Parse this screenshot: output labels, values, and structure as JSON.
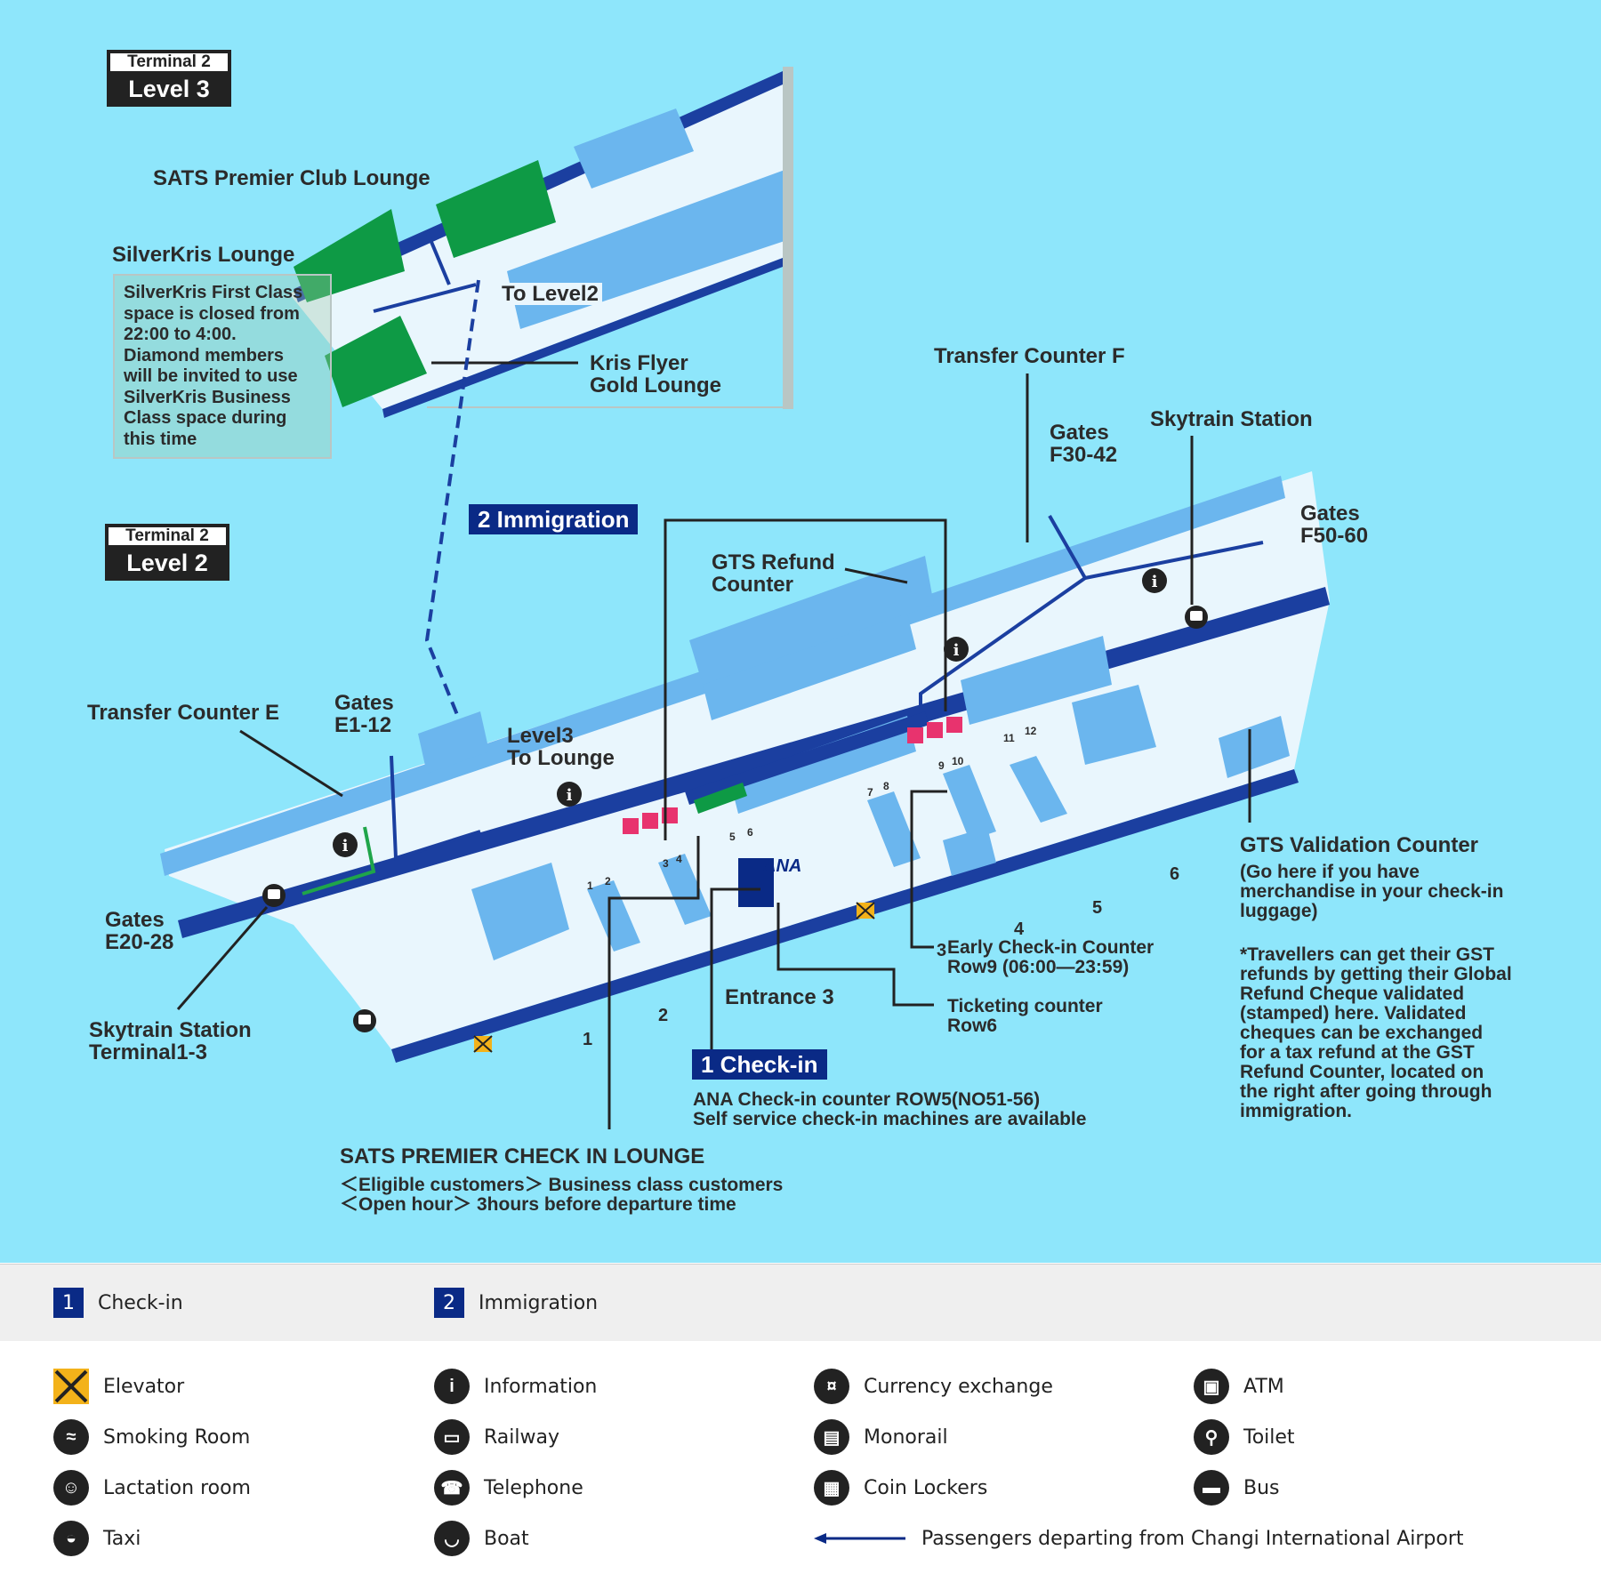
{
  "level3": {
    "terminal": "Terminal 2",
    "level": "Level 3"
  },
  "level2": {
    "terminal": "Terminal 2",
    "level": "Level 2"
  },
  "labels": {
    "sats_premier_club": "SATS Premier Club Lounge",
    "silverkris_lounge": "SilverKris Lounge",
    "silverkris_note": "SilverKris First Class\nspace is closed from\n22:00 to 4:00.\nDiamond members\nwill be invited to use\nSilverKris Business\nClass space during\nthis time",
    "to_level2": "To Level2",
    "kris_flyer": "Kris Flyer\nGold Lounge",
    "transfer_f": "Transfer Counter F",
    "gates_f30": "Gates\nF30-42",
    "skytrain_station": "Skytrain Station",
    "gates_f50": "Gates\nF50-60",
    "immigration_badge": "2 Immigration",
    "gts_refund": "GTS Refund\nCounter",
    "transfer_e": "Transfer Counter E",
    "gates_e1": "Gates\nE1-12",
    "level3_lounge": "Level3\nTo Lounge",
    "gates_e20": "Gates\nE20-28",
    "skytrain_t13": "Skytrain Station\nTerminal1-3",
    "entrance3": "Entrance 3",
    "early_checkin": "Early Check-in Counter\nRow9 (06:00—23:59)",
    "ticketing": "Ticketing counter\nRow6",
    "checkin_badge": "1 Check-in",
    "ana_note": "ANA Check-in counter ROW5(NO51-56)\nSelf service check-in machines are available",
    "sats_checkin_title": "SATS PREMIER CHECK IN LOUNGE",
    "sats_checkin_note": "＜Eligible customers＞ Business class customers\n＜Open hour＞ 3hours before departure time",
    "gts_validation": "GTS Validation Counter",
    "gts_validation_note": "(Go here if you have\nmerchandise in your check-in\nluggage)",
    "gts_footnote": "*Travellers can get their GST\nrefunds by getting their Global\nRefund Cheque validated\n(stamped) here. Validated\ncheques can be exchanged\nfor a tax refund at the GST\nRefund Counter, located on\nthe right after going through\nimmigration.",
    "ana_logo": "ANA"
  },
  "numbers": [
    "1",
    "2",
    "3",
    "4",
    "5",
    "6",
    "1",
    "2",
    "3",
    "4",
    "5",
    "6",
    "7",
    "8",
    "9",
    "10",
    "11",
    "12"
  ],
  "legend_steps": [
    {
      "num": "1",
      "label": "Check-in"
    },
    {
      "num": "2",
      "label": "Immigration"
    }
  ],
  "legend_icons": [
    {
      "icon": "elevator-icon",
      "label": "Elevator"
    },
    {
      "icon": "information-icon",
      "label": "Information"
    },
    {
      "icon": "currency-exchange-icon",
      "label": "Currency exchange"
    },
    {
      "icon": "atm-icon",
      "label": "ATM"
    },
    {
      "icon": "smoking-room-icon",
      "label": "Smoking Room"
    },
    {
      "icon": "railway-icon",
      "label": "Railway"
    },
    {
      "icon": "monorail-icon",
      "label": "Monorail"
    },
    {
      "icon": "toilet-icon",
      "label": "Toilet"
    },
    {
      "icon": "lactation-room-icon",
      "label": "Lactation room"
    },
    {
      "icon": "telephone-icon",
      "label": "Telephone"
    },
    {
      "icon": "coin-lockers-icon",
      "label": "Coin Lockers"
    },
    {
      "icon": "bus-icon",
      "label": "Bus"
    },
    {
      "icon": "taxi-icon",
      "label": "Taxi"
    },
    {
      "icon": "boat-icon",
      "label": "Boat"
    }
  ],
  "legend_route": "Passengers departing from Changi International Airport",
  "colors": {
    "sky": "#8ee6fb",
    "floor": "#e9f6fd",
    "block": "#6bb6ee",
    "navy": "#0a2a86",
    "lounge": "#0e9a45",
    "pink": "#e8336e"
  }
}
